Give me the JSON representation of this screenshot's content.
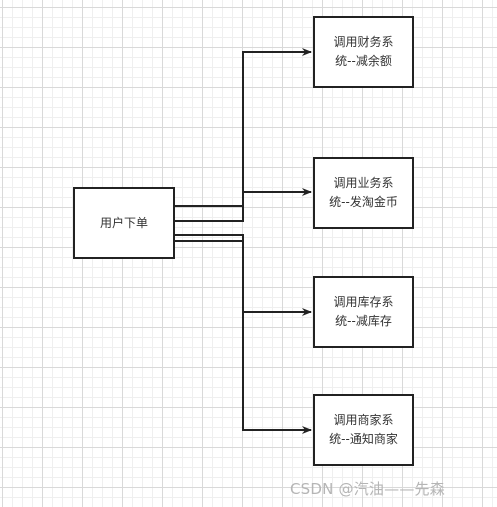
{
  "source_node": {
    "label": "用户下单"
  },
  "target_nodes": [
    {
      "line1": "调用财务系",
      "line2": "统--减余额"
    },
    {
      "line1": "调用业务系",
      "line2": "统--发淘金币"
    },
    {
      "line1": "调用库存系",
      "line2": "统--减库存"
    },
    {
      "line1": "调用商家系",
      "line2": "统--通知商家"
    }
  ],
  "watermark": "CSDN @汽油——先森",
  "colors": {
    "stroke": "#222222",
    "text": "#333333",
    "grid_major": "#d9d9d9",
    "grid_minor": "#efefef",
    "watermark": "#b5b5b5"
  }
}
